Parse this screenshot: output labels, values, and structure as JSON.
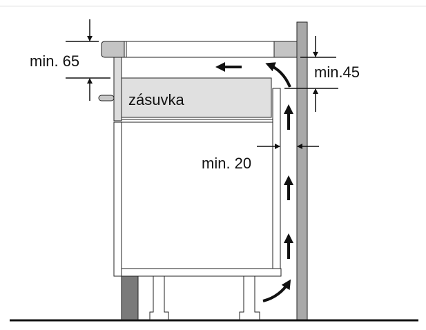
{
  "labels": {
    "drawer": "zásuvka",
    "min_top_clearance": "min. 65",
    "min_air_gap": "min.45",
    "min_rear_gap": "min. 20"
  },
  "colors": {
    "wall": "#a9a9a9",
    "plinth": "#7a7a7a",
    "panel": "#e0e0e0",
    "line": "#111111"
  }
}
